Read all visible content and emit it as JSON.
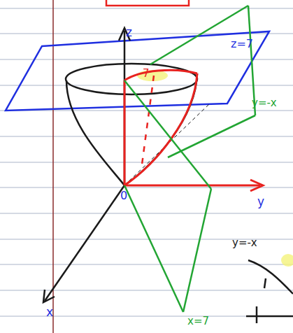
{
  "diagram": {
    "labels": [
      "z",
      "z=7",
      "7",
      "y=-x",
      "y",
      "0",
      "x",
      "y=-x",
      "x=7"
    ]
  }
}
